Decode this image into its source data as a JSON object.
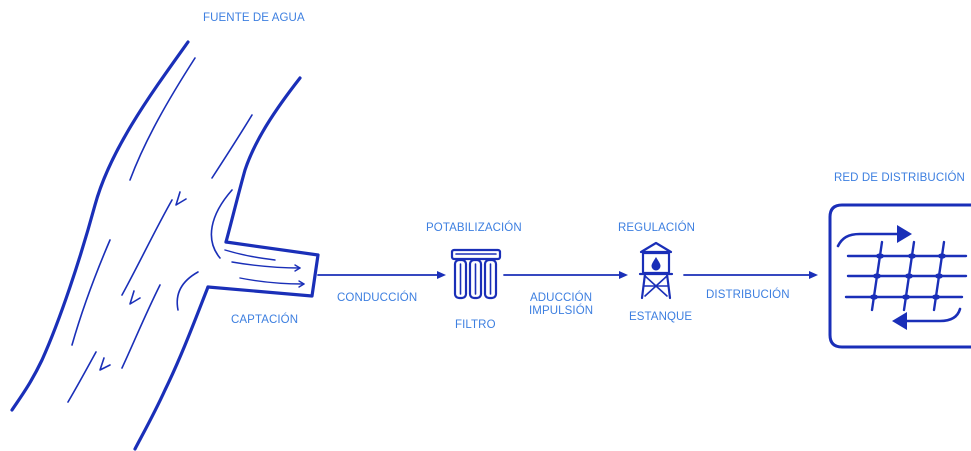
{
  "labels": {
    "source": "FUENTE DE AGUA",
    "intake": "CAPTACIÓN",
    "conduction": "CONDUCCIÓN",
    "treatment": "POTABILIZACIÓN",
    "filter": "FILTRO",
    "adduction_line1": "ADUCCIÓN",
    "adduction_line2": "IMPULSIÓN",
    "regulation": "REGULACIÓN",
    "tank": "ESTANQUE",
    "distribution": "DISTRIBUCIÓN",
    "network": "RED DE DISTRIBUCIÓN"
  },
  "colors": {
    "ink": "#1a2fb8",
    "label": "#3d7fe0",
    "background": "#ffffff"
  },
  "icons": [
    "river-icon",
    "filter-icon",
    "water-tower-icon",
    "distribution-network-icon"
  ]
}
